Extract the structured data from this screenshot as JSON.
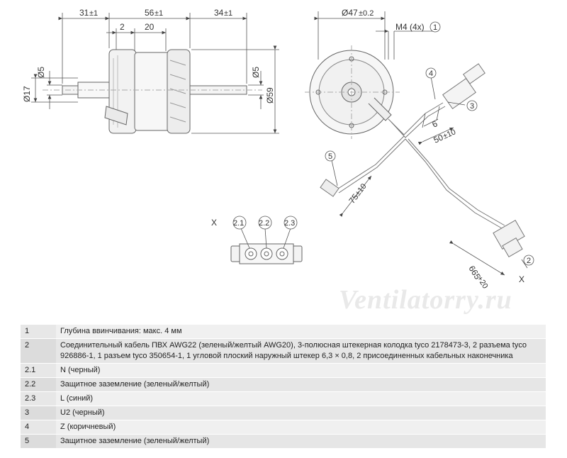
{
  "drawing": {
    "dims_side": {
      "d31": "31",
      "d31_tol": "±1",
      "d56": "56",
      "d56_tol": "±1",
      "d34": "34",
      "d34_tol": "±1",
      "d2": "2",
      "d20": "20",
      "d17": "Ø17",
      "d5_left": "Ø5",
      "d5_right": "Ø5",
      "d59": "Ø59"
    },
    "dims_front": {
      "d47": "Ø47",
      "d47_tol": "±0.2",
      "m4": "M4 (4x)",
      "c1": "1",
      "c2": "2",
      "c3": "3",
      "c4": "4",
      "c5": "5",
      "d6": "6",
      "d50": "50",
      "d50_tol": "±10",
      "d75": "75",
      "d75_tol": "±10",
      "d665": "665",
      "d665_tol": "+20",
      "x": "X"
    },
    "connector": {
      "x": "X",
      "p1": "2.1",
      "p2": "2.2",
      "p3": "2.3"
    },
    "watermark": "Ventilatorry.ru"
  },
  "legend": [
    {
      "num": "1",
      "text": "Глубина ввинчивания: макс. 4 мм"
    },
    {
      "num": "2",
      "text": "Соединительный кабель ПВХ AWG22 (зеленый/желтый AWG20), 3-полюсная штекерная колодка tyco 2178473-3, 2 разъема tyco 926886-1, 1 разъем tyco 350654-1, 1 угловой плоский наружный штекер 6,3 × 0,8, 2 присоединенных кабельных наконечника"
    },
    {
      "num": "2.1",
      "text": "N (черный)"
    },
    {
      "num": "2.2",
      "text": "Защитное заземление (зеленый/желтый)"
    },
    {
      "num": "2.3",
      "text": "L (синий)"
    },
    {
      "num": "3",
      "text": "U2 (черный)"
    },
    {
      "num": "4",
      "text": "Z (коричневый)"
    },
    {
      "num": "5",
      "text": "Защитное заземление (зеленый/желтый)"
    }
  ]
}
